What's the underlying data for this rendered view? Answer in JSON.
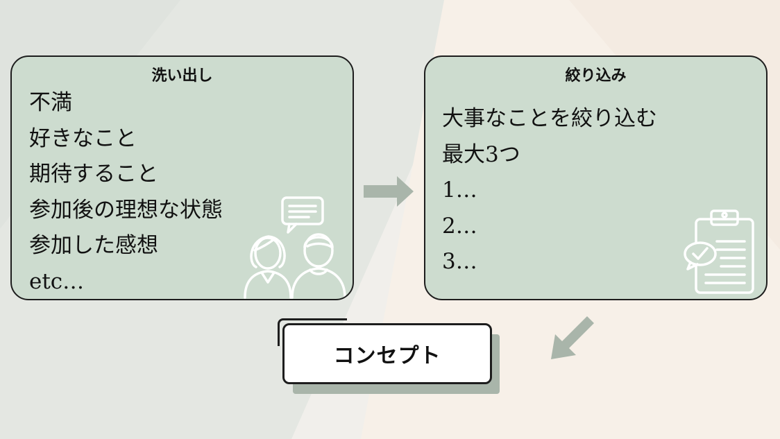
{
  "left_panel": {
    "title": "洗い出し",
    "items": [
      "不満",
      "好きなこと",
      "期待すること",
      "参加後の理想な状態",
      "参加した感想",
      "etc…"
    ]
  },
  "right_panel": {
    "title": "絞り込み",
    "items": [
      "大事なことを絞り込む",
      "最大3つ",
      "1…",
      "2…",
      "3…"
    ]
  },
  "concept": {
    "label": "コンセプト"
  },
  "colors": {
    "panel_fill": "#cddccf",
    "border": "#1d1d1d",
    "arrow": "#a9b5aa",
    "background": "#f1efeb"
  },
  "icons": {
    "left_panel": "people-with-speech-bubble-icon",
    "right_panel": "clipboard-check-icon",
    "arrow_right": "arrow-right-icon",
    "arrow_down_left": "arrow-down-left-icon"
  }
}
